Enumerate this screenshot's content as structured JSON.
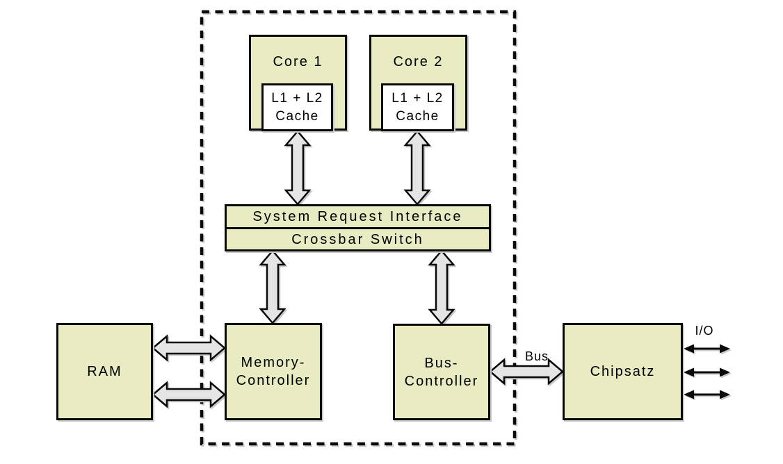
{
  "diagram_type": "dual-core CPU architecture block diagram",
  "colors": {
    "box_fill": "#e9ebc3",
    "cache_fill": "#ffffff",
    "arrow_fill": "#e5e5e5",
    "line": "#0a0a0a",
    "shadow": "#c9c9c9"
  },
  "nodes": {
    "core1": "Core 1",
    "core2": "Core 2",
    "cache1": "L1 + L2\nCache",
    "cache2": "L1 + L2\nCache",
    "system_request_interface": "System Request Interface",
    "crossbar_switch": "Crossbar Switch",
    "ram": "RAM",
    "memory_controller": "Memory-\nController",
    "bus_controller": "Bus-\nController",
    "chipset": "Chipsatz"
  },
  "labels": {
    "bus": "Bus",
    "io": "I/O"
  }
}
